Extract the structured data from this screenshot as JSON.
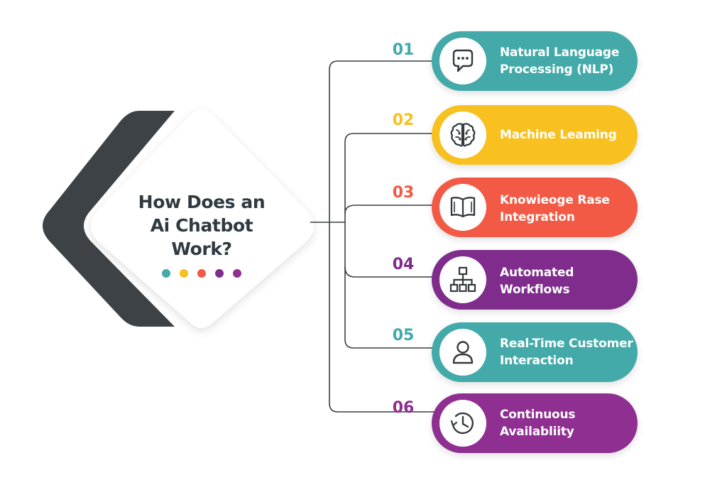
{
  "title": {
    "line1": "How Does an",
    "line2": "Ai Chatbot",
    "line3": "Work?"
  },
  "colors": {
    "teal": "#43aaa9",
    "yellow": "#f8c120",
    "red": "#f25a45",
    "purple": "#7f2c8d",
    "magenta": "#8e2f91",
    "dark": "#3c4246",
    "connector": "#3b3f42"
  },
  "dots": [
    "#43aaa9",
    "#f8c120",
    "#f25a45",
    "#7f2c8d",
    "#8e2f91"
  ],
  "items": [
    {
      "number": "01",
      "line1": "Natural Language",
      "line2": "Processing (NLP)",
      "icon": "chat-bubble-icon",
      "color": "#43aaa9"
    },
    {
      "number": "02",
      "line1": "Machine Leaming",
      "line2": "",
      "icon": "brain-icon",
      "color": "#f8c120"
    },
    {
      "number": "03",
      "line1": "Knowieoge Rase",
      "line2": "Integration",
      "icon": "open-book-icon",
      "color": "#f25a45"
    },
    {
      "number": "04",
      "line1": "Automated",
      "line2": "Workflows",
      "icon": "workflow-icon",
      "color": "#7f2c8d"
    },
    {
      "number": "05",
      "line1": "Real-Time Customer",
      "line2": "Interaction",
      "icon": "person-icon",
      "color": "#43aaa9"
    },
    {
      "number": "06",
      "line1": "Continuous",
      "line2": "Availabliity",
      "icon": "clock-icon",
      "color": "#8e2f91"
    }
  ]
}
